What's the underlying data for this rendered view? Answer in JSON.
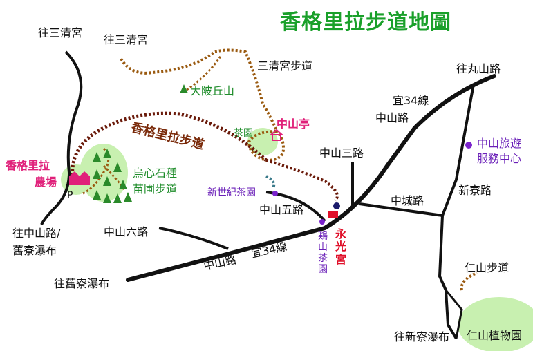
{
  "title": "香格里拉步道地圖",
  "labels": {
    "to_sanqing_1": "往三清宮",
    "to_sanqing_2": "往三清宮",
    "sanqing_trail": "三清宮步道",
    "to_wanshan": "往丸山路",
    "dalingqiu": "大陂丘山",
    "yi34_top": "宜34線",
    "zhongshan_rd_top": "中山路",
    "zhongshan_pavilion": "中山亭",
    "tea_garden": "茶園",
    "shangrila_trail": "香格里拉步道",
    "zhongshan_3rd": "中山三路",
    "visitor_center_1": "中山旅遊",
    "visitor_center_2": "服務中心",
    "shangrila_farm_1": "香格里拉",
    "shangrila_farm_2": "農場",
    "wuxin_1": "烏心石種",
    "wuxin_2": "苗圃步道",
    "new_century_tea": "新世紀茶園",
    "zhongshan_5th": "中山五路",
    "zhongcheng_rd": "中城路",
    "xinliao_rd": "新寮路",
    "parking": "P",
    "to_zhongshan_1": "往中山路/",
    "to_zhongshan_2": "舊寮瀑布",
    "zhongshan_6th": "中山六路",
    "yongguang_temple": "永光宮",
    "jishan_tea": "鶏山茶園",
    "zhongshan_rd_bottom": "中山路",
    "yi34_bottom": "宜34線",
    "to_jiuliao": "往舊寮瀑布",
    "renshan_trail": "仁山步道",
    "to_xinliao": "往新寮瀑布",
    "renshan_botanical": "仁山植物園"
  },
  "colors": {
    "title": "#1aa02a",
    "road": "#111111",
    "trail_brown": "#9a5a10",
    "trail_dark": "#6a1a0a",
    "trail_teal": "#3a7a8a",
    "green_area": "#c8f0b0",
    "tree": "#2a8a2a",
    "purple_dot": "#7a22cc",
    "magenta": "#e0207a",
    "red": "#e0102a"
  }
}
